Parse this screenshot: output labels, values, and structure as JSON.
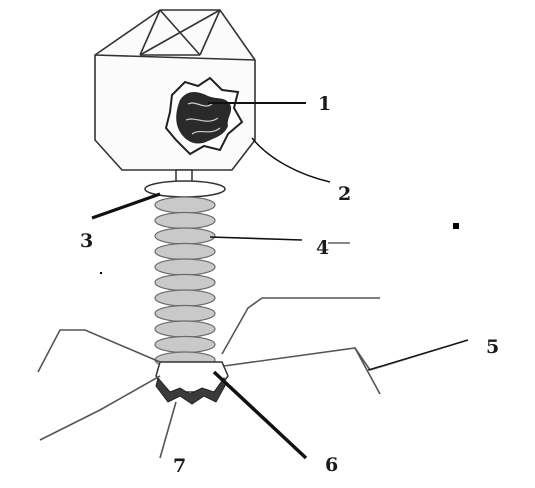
{
  "labels": {
    "l1": "1",
    "l2": "2",
    "l3": "3",
    "l4": "4",
    "l5": "5",
    "l6": "6",
    "l7": "7"
  },
  "colors": {
    "outline": "#333333",
    "tail_fill": "#c9c9c9",
    "tail_stroke": "#6a6a6a",
    "spike_fill": "#3a3a3a",
    "dna_fill": "#2a2a2a"
  }
}
